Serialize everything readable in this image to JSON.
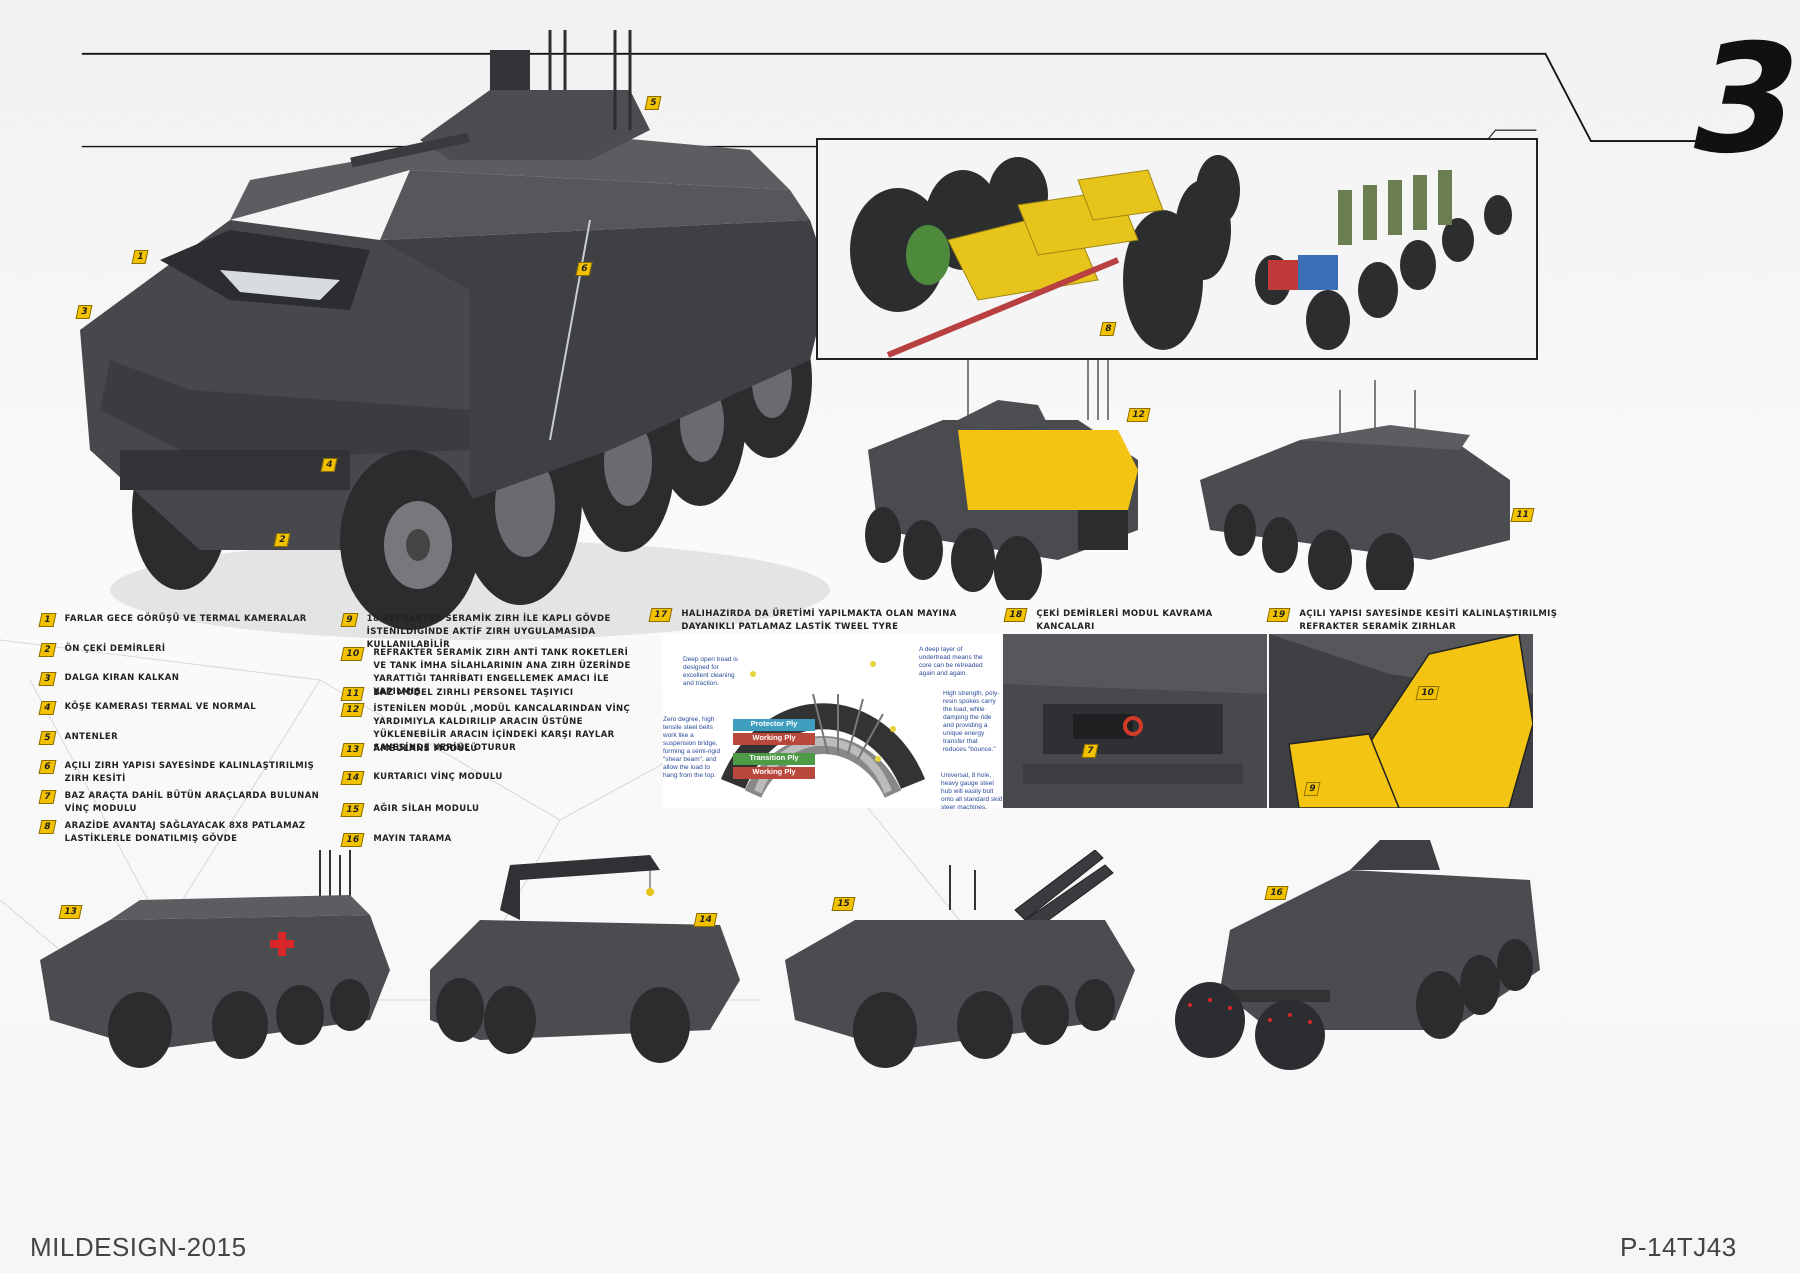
{
  "header": {
    "page_number": "3"
  },
  "footer": {
    "left": "MILDESIGN-2015",
    "right": "P-14TJ43"
  },
  "legend": [
    {
      "n": "1",
      "text": "FARLAR GECE GÖRÜŞÜ VE TERMAL KAMERALAR"
    },
    {
      "n": "2",
      "text": "ÖN ÇEKİ DEMİRLERİ"
    },
    {
      "n": "3",
      "text": "DALGA KIRAN KALKAN"
    },
    {
      "n": "4",
      "text": "KÖŞE KAMERASI TERMAL VE NORMAL"
    },
    {
      "n": "5",
      "text": "ANTENLER"
    },
    {
      "n": "6",
      "text": "AÇILI ZIRH YAPISI SAYESİNDE KALINLAŞTIRILMIŞ ZIRH KESİTİ"
    },
    {
      "n": "7",
      "text": "BAZ ARAÇTA DAHİL BÜTÜN ARAÇLARDA BULUNAN VİNÇ MODULU"
    },
    {
      "n": "8",
      "text": "ARAZİDE AVANTAJ   SAĞLAYACAK 8X8 PATLAMAZ LASTİKLERLE DONATILMIŞ GÖVDE"
    }
  ],
  "legend2": [
    {
      "n": "9",
      "text": "18 REFRAKTER SERAMİK ZIRH İLE KAPLI GÖVDE İSTENİLDİĞİNDE AKTİF ZIRH UYGULAMASIDA KULLANILABİLİR"
    },
    {
      "n": "10",
      "text": "REFRAKTER SERAMİK ZIRH ANTİ TANK ROKETLERİ VE TANK İMHA SİLAHLARININ ANA ZIRH ÜZERİNDE YARATTIĞI TAHRİBATI ENGELLEMEK AMACI İLE YAPILMIŞ"
    },
    {
      "n": "11",
      "text": "BAZ MODEL ZIRHLI PERSONEL TAŞIYICI"
    },
    {
      "n": "12",
      "text": "İSTENİLEN MODÜL ,MODÜL KANCALARINDAN VİNÇ YARDIMIYLA KALDIRILIP ARACIN ÜSTÜNE YÜKLENEBİLİR ARACIN İÇİNDEKİ KARŞI RAYLAR SAYESİNDE YERİNE OTURUR"
    },
    {
      "n": "13",
      "text": "AMBULANS MODÜLÜ"
    },
    {
      "n": "14",
      "text": "KURTARICI VİNÇ MODULU"
    },
    {
      "n": "15",
      "text": "AĞIR SİLAH MODULU"
    },
    {
      "n": "16",
      "text": "MAYIN TARAMA"
    }
  ],
  "column_titles": {
    "c17": {
      "n": "17",
      "text": "HALIHAZIRDA DA ÜRETİMİ YAPILMAKTA OLAN MAYINA DAYANIKLI PATLAMAZ LASTİK TWEEL TYRE"
    },
    "c18": {
      "n": "18",
      "text": "ÇEKİ DEMİRLERİ  MODUL KAVRAMA KANCALARI"
    },
    "c19": {
      "n": "19",
      "text": "AÇILI YAPISI SAYESİNDE KESİTİ KALINLAŞTIRILMIŞ REFRAKTER SERAMİK ZIRHLAR"
    }
  },
  "tyre": {
    "callouts": {
      "tread": "Deep open tread is designed for excellent cleaning and traction.",
      "undertread": "A deep layer of undertread means the core can be retreaded again and again.",
      "spokes": "High strength, poly-resin spokes carry the load, while damping the ride and providing a unique energy transfer that reduces \"bounce.\"",
      "zero_degree": "Zero degree, high tensile steel belts work like a suspension bridge, forming a semi-rigid \"shear beam\", and allow the load to hang from the top.",
      "hub": "Universal, 8 hole, heavy gauge steel hub will easily bolt onto all standard skid steer machines."
    },
    "plies": [
      "Protector Ply",
      "Working Ply",
      "Transition Ply",
      "Working Ply"
    ]
  },
  "image_markers": {
    "main": [
      "1",
      "2",
      "3",
      "4",
      "5",
      "6"
    ],
    "chassis": "8",
    "module_lift": "12",
    "rear_view": "11",
    "tow_detail": "7",
    "armor_detail": [
      "10",
      "9"
    ],
    "variants": [
      "13",
      "14",
      "15",
      "16"
    ]
  },
  "colors": {
    "marker_yellow": "#f2c200",
    "vehicle_gray": "#4a4c50",
    "armor_yellow": "#f3c411",
    "cross_red": "#d8262a"
  }
}
